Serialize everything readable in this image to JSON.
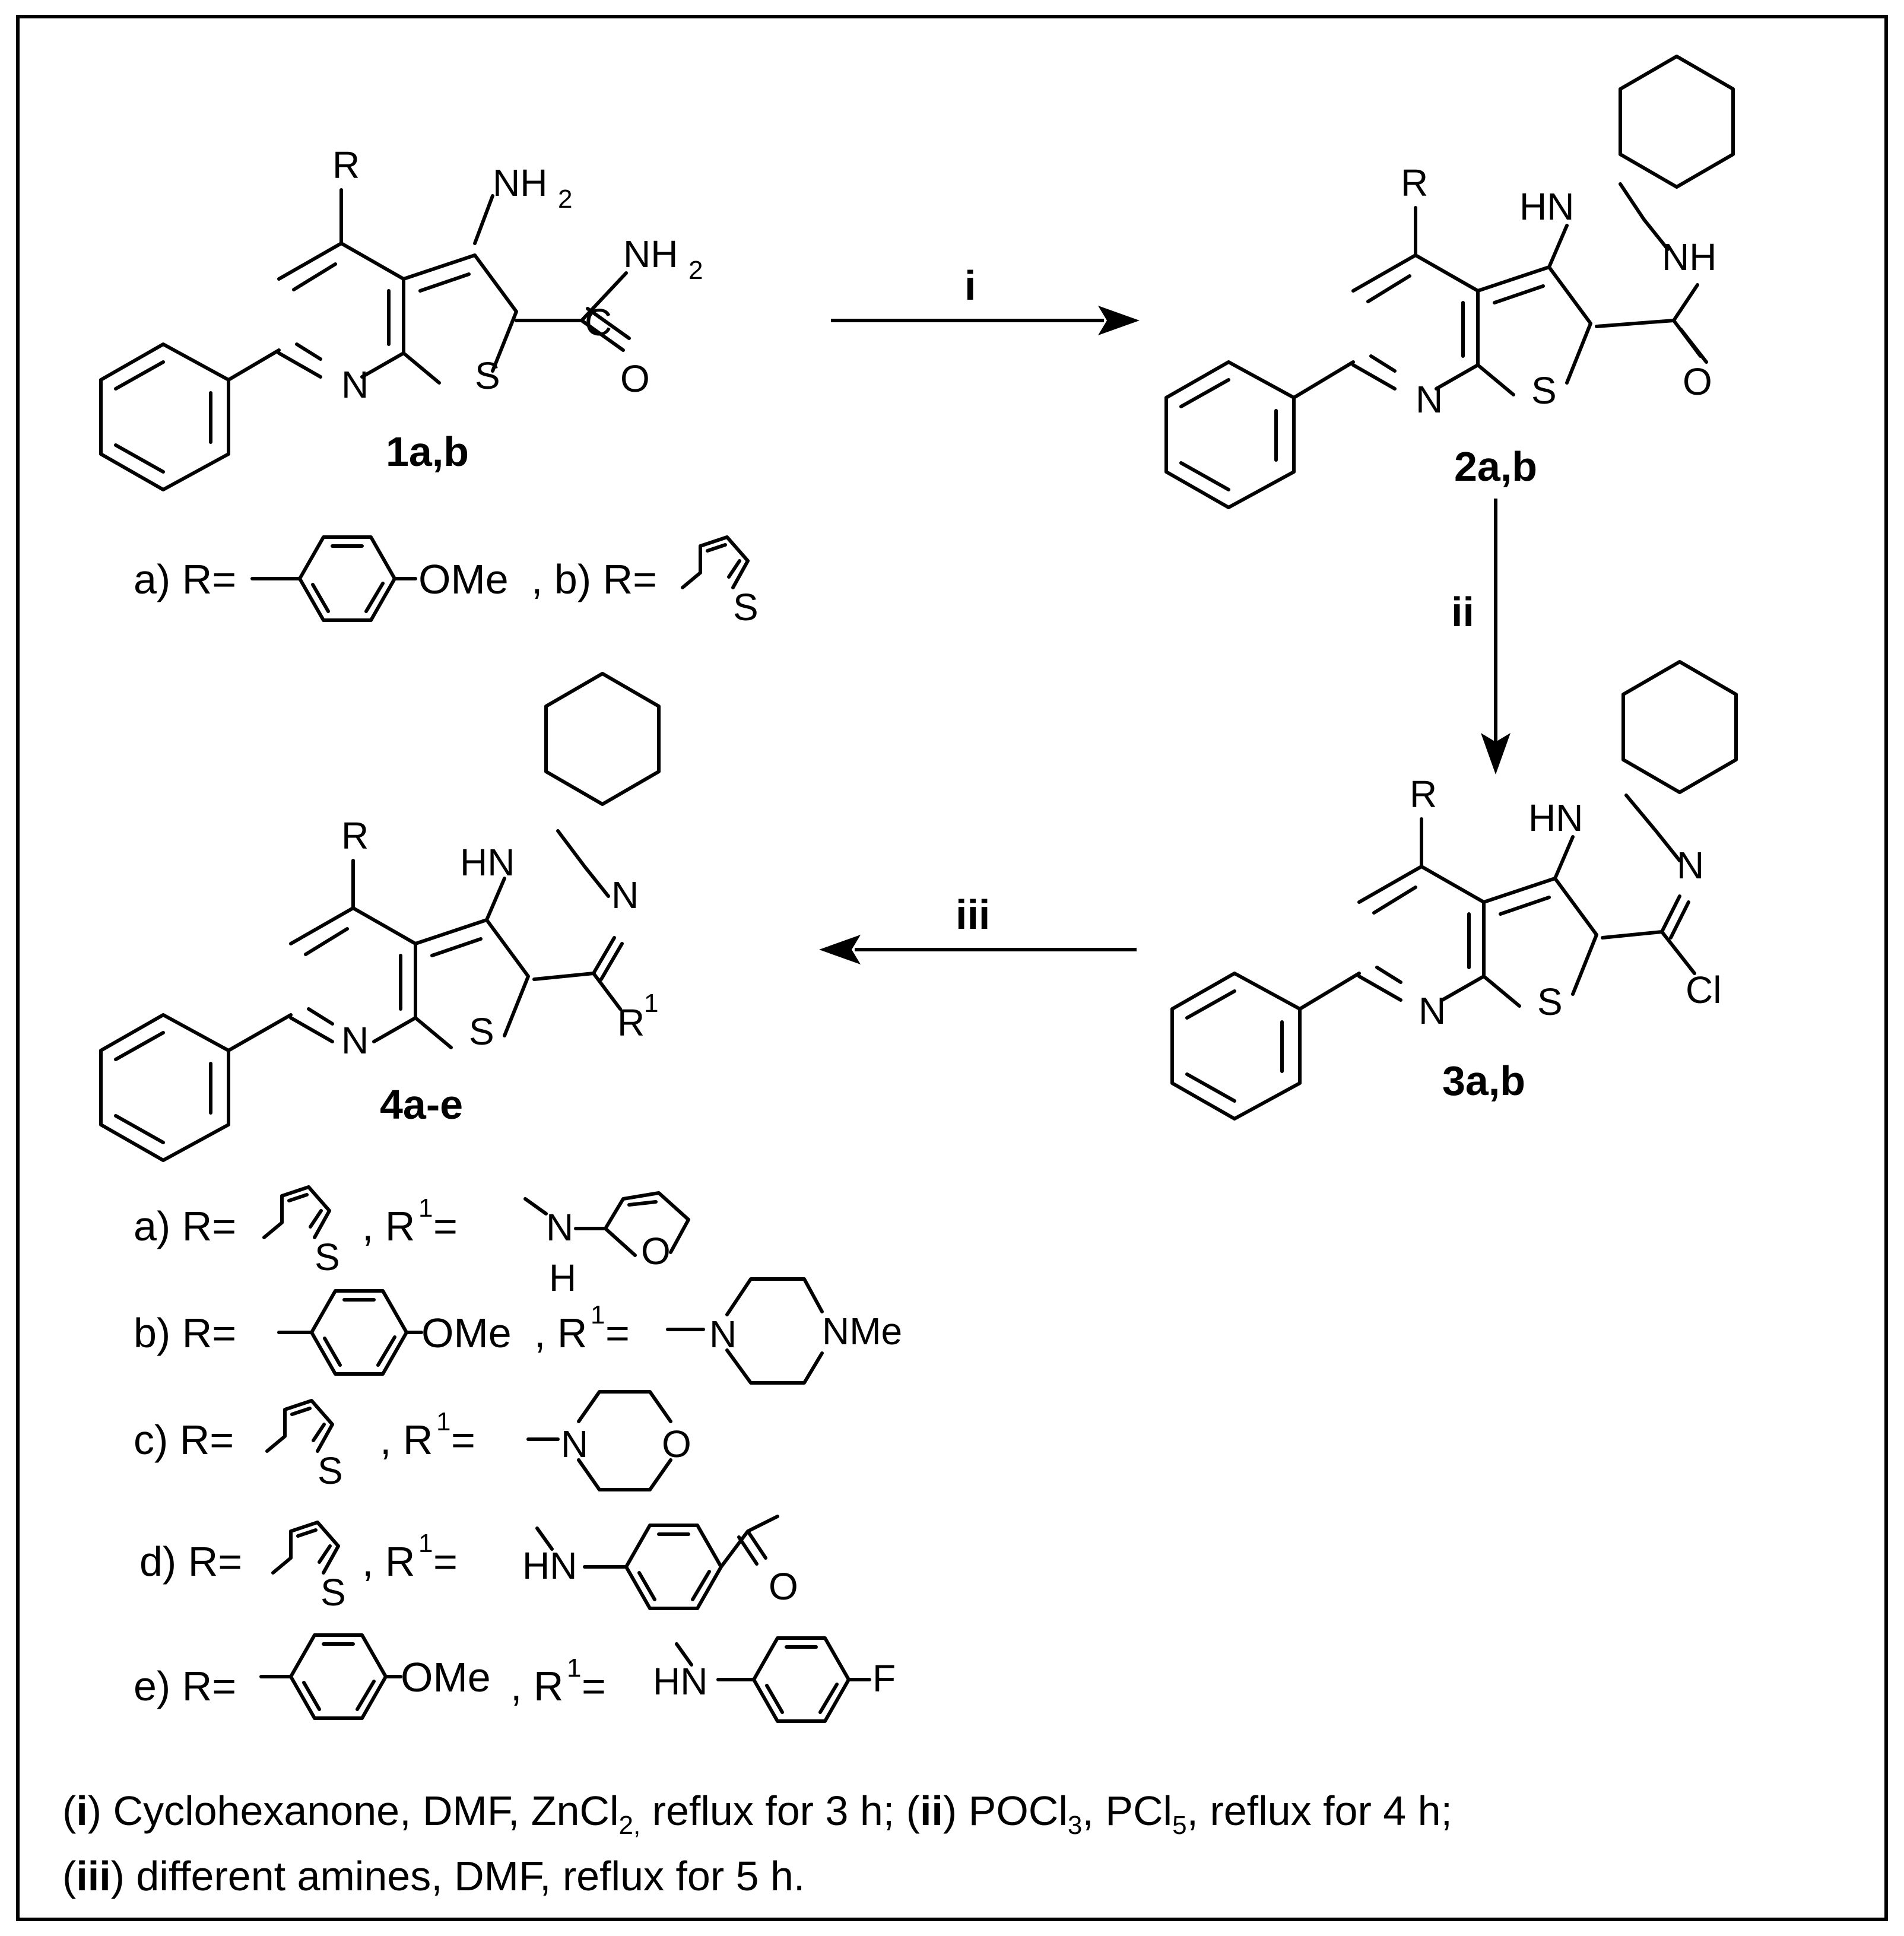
{
  "atoms": {
    "R": "R",
    "NH2": "NH",
    "sub2": "2",
    "C": "C",
    "O": "O",
    "N": "N",
    "S": "S",
    "HN": "HN",
    "NH": "NH",
    "Cl": "Cl",
    "R1_base": "R",
    "R1_sup": "1",
    "H": "H",
    "OMe": "OMe",
    "NMe": "NMe",
    "F": "F"
  },
  "compounds": {
    "c1": "1a,b",
    "c2": "2a,b",
    "c3": "3a,b",
    "c4": "4a-e"
  },
  "steps": {
    "i": "i",
    "ii": "ii",
    "iii": "iii"
  },
  "substituents": {
    "r1_a": "a) R=",
    "r1_sep": ", b) R=",
    "a_label": "a) R=",
    "a_r1": ", R",
    "a_eq": " =",
    "b_label": "b) R=",
    "b_r1": ", R",
    "b_eq": "=",
    "c_label": "c) R=",
    "c_r1": ", R",
    "c_eq": " =",
    "d_label": "d) R=",
    "d_r1": ", R",
    "d_eq": " =",
    "e_label": "e) R=",
    "e_r1": ", R",
    "e_eq": " =",
    "sup1": "1"
  },
  "conditions": {
    "l1_p1": "(",
    "l1_i": "i",
    "l1_p2": ") Cyclohexanone, DMF, ZnCl",
    "l1_sub1": "2,",
    "l1_p3": " reflux for 3 h; (",
    "l1_ii": "ii",
    "l1_p4": ") POCl",
    "l1_sub2": "3",
    "l1_p5": ", PCl",
    "l1_sub3": "5",
    "l1_p6": ", reflux for 4 h;",
    "l2_p1": "(",
    "l2_iii": "iii",
    "l2_p2": ") different amines, DMF,  reflux for 5 h."
  }
}
